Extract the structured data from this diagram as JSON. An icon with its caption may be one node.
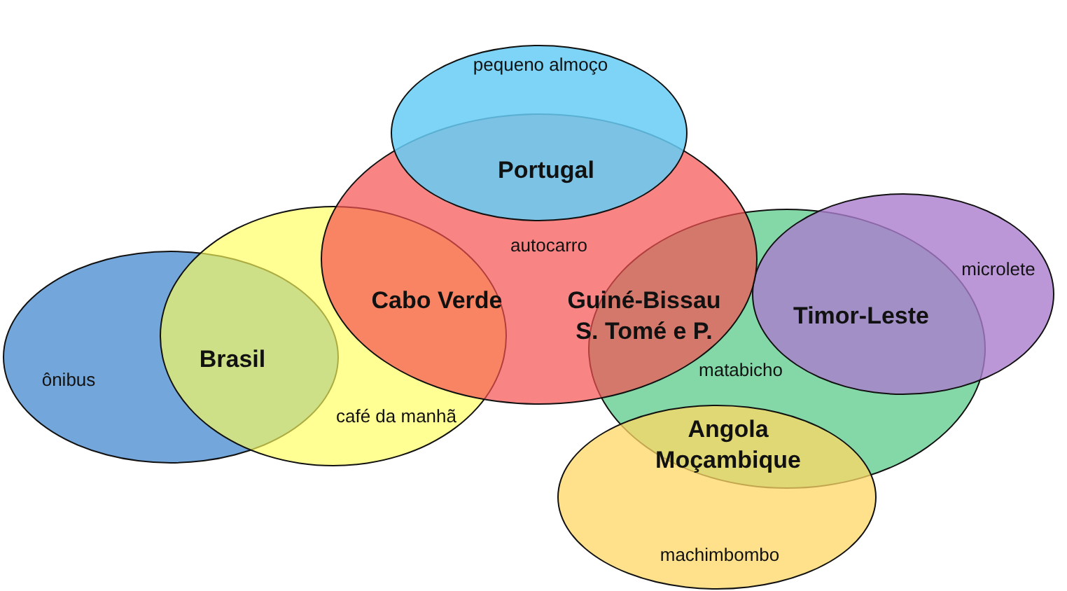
{
  "diagram": {
    "nodes": [
      {
        "text": [
          "pequeno almoço"
        ]
      },
      {
        "text": [
          "autocarro"
        ]
      },
      {
        "text": [
          "ônibus"
        ]
      },
      {
        "text": [
          "café da manhã"
        ]
      },
      {
        "text": [
          "matabicho"
        ]
      },
      {
        "text": [
          "microlete"
        ]
      },
      {
        "text": [
          "machimbombo"
        ]
      }
    ],
    "labels": [
      "Portugal",
      "Cabo Verde",
      "Guiné-Bissau S. Tomé e P.",
      "Timor-Leste",
      "Brasil",
      "Angola Moçambique"
    ]
  }
}
